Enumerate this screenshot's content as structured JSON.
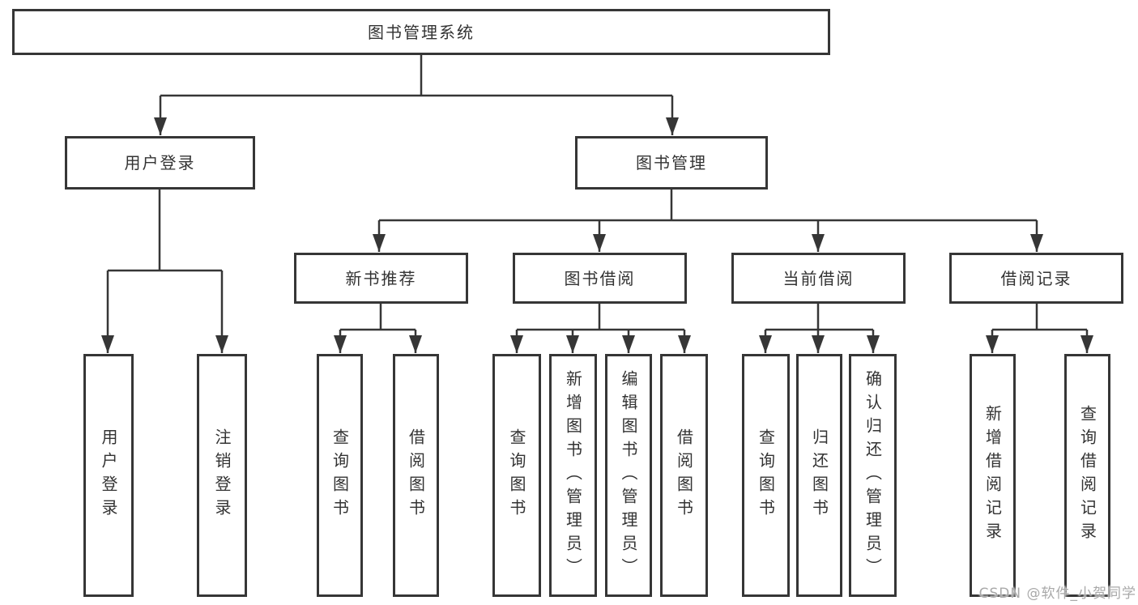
{
  "tree": {
    "root": {
      "label": "图书管理系统"
    },
    "branches": [
      {
        "label": "用户登录",
        "children": [
          {
            "label": "用户登录"
          },
          {
            "label": "注销登录"
          }
        ]
      },
      {
        "label": "图书管理",
        "children": [
          {
            "label": "新书推荐",
            "children": [
              {
                "label": "查询图书"
              },
              {
                "label": "借阅图书"
              }
            ]
          },
          {
            "label": "图书借阅",
            "children": [
              {
                "label": "查询图书"
              },
              {
                "label": "新增图书（管理员）"
              },
              {
                "label": "编辑图书（管理员）"
              },
              {
                "label": "借阅图书"
              }
            ]
          },
          {
            "label": "当前借阅",
            "children": [
              {
                "label": "查询图书"
              },
              {
                "label": "归还图书"
              },
              {
                "label": "确认归还（管理员）"
              }
            ]
          },
          {
            "label": "借阅记录",
            "children": [
              {
                "label": "新增借阅记录"
              },
              {
                "label": "查询借阅记录"
              }
            ]
          }
        ]
      }
    ]
  },
  "watermark": {
    "text": "CSDN @软件_小贺同学"
  },
  "colors": {
    "line": "#363636",
    "box_border": "#363636",
    "text": "#333333",
    "watermark_text": "#a9a9a9",
    "background": "#ffffff"
  }
}
